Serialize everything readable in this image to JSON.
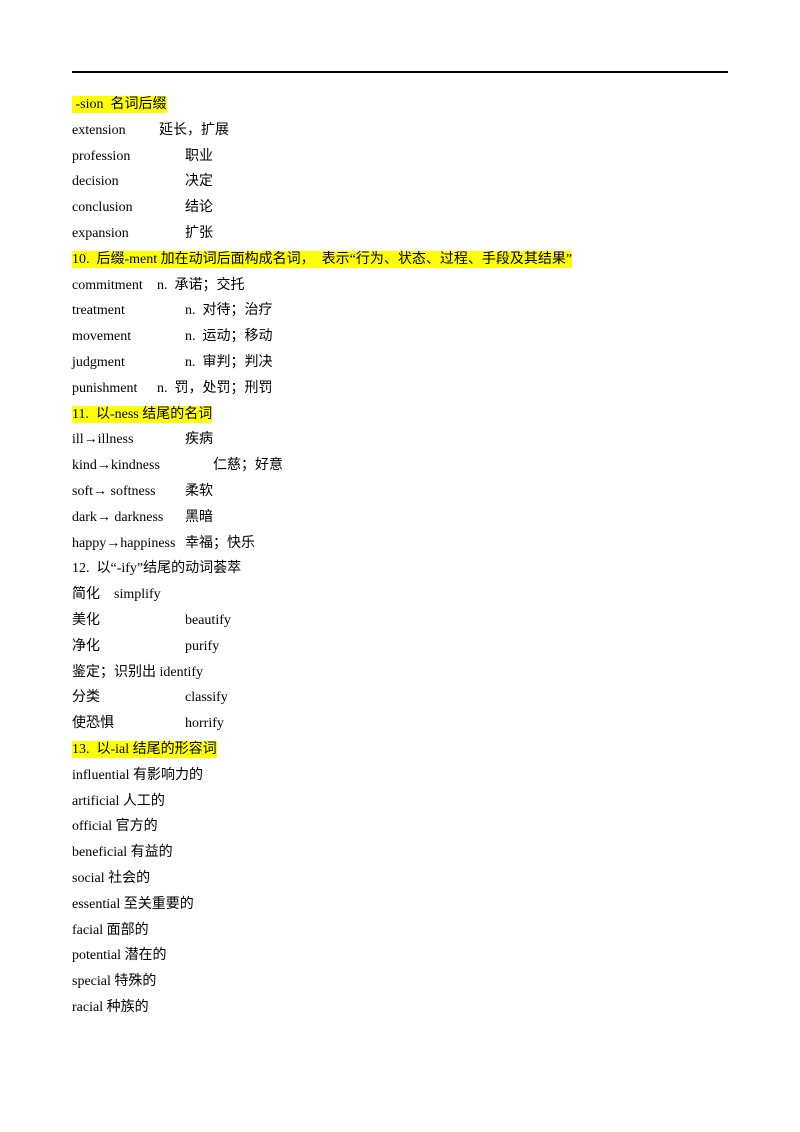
{
  "colors": {
    "highlight": "#ffff00",
    "text": "#000000",
    "rule": "#000000"
  },
  "lines": [
    {
      "type": "heading",
      "highlight": true,
      "text": " -sion  名词后缀"
    },
    {
      "type": "entry",
      "a": "extension",
      "b": "延长，扩展",
      "bx": 87
    },
    {
      "type": "entry",
      "a": "profession",
      "b": "职业",
      "bx": 113
    },
    {
      "type": "entry",
      "a": "decision",
      "b": "决定",
      "bx": 113
    },
    {
      "type": "entry",
      "a": "conclusion",
      "b": "结论",
      "bx": 113
    },
    {
      "type": "entry",
      "a": "expansion",
      "b": "扩张",
      "bx": 113
    },
    {
      "type": "heading",
      "highlight": true,
      "text": "10.  后缀-ment 加在动词后面构成名词，  表示“行为、状态、过程、手段及其结果”"
    },
    {
      "type": "entry",
      "a": "commitment",
      "b": "n.  承诺；交托",
      "bx": 85
    },
    {
      "type": "entry",
      "a": "treatment",
      "b": "n.  对待；治疗",
      "bx": 113
    },
    {
      "type": "entry",
      "a": "movement",
      "b": "n.  运动；移动",
      "bx": 113
    },
    {
      "type": "entry",
      "a": "judgment",
      "b": "n.  审判；判决",
      "bx": 113
    },
    {
      "type": "entry",
      "a": "punishment",
      "b": "n.  罚，处罚；刑罚",
      "bx": 85
    },
    {
      "type": "heading",
      "highlight": true,
      "text": "11.  以-ness 结尾的名词"
    },
    {
      "type": "entry",
      "a": "ill→illness",
      "b": "疾病",
      "bx": 113
    },
    {
      "type": "entry",
      "a": "kind→kindness",
      "b": "仁慈；好意",
      "bx": 141
    },
    {
      "type": "entry",
      "a": "soft→ softness",
      "b": "柔软",
      "bx": 113
    },
    {
      "type": "entry",
      "a": "dark→ darkness",
      "b": "黑暗",
      "bx": 113
    },
    {
      "type": "entry",
      "a": "happy→happiness",
      "b": "幸福；快乐",
      "bx": 113
    },
    {
      "type": "heading",
      "highlight": false,
      "text": "12.  以“-ify”结尾的动词荟萃"
    },
    {
      "type": "entry",
      "a": "简化",
      "b": "simplify",
      "bx": 42
    },
    {
      "type": "entry",
      "a": "美化",
      "b": "beautify",
      "bx": 113
    },
    {
      "type": "entry",
      "a": "净化",
      "b": "purify",
      "bx": 113
    },
    {
      "type": "plain",
      "text": "鉴定；识别出 identify"
    },
    {
      "type": "entry",
      "a": "分类",
      "b": "classify",
      "bx": 113
    },
    {
      "type": "entry",
      "a": "使恐惧",
      "b": "horrify",
      "bx": 113
    },
    {
      "type": "heading",
      "highlight": true,
      "text": "13.  以-ial 结尾的形容词"
    },
    {
      "type": "plain",
      "text": "influential 有影响力的"
    },
    {
      "type": "plain",
      "text": "artificial 人工的"
    },
    {
      "type": "plain",
      "text": "official 官方的"
    },
    {
      "type": "plain",
      "text": "beneficial 有益的"
    },
    {
      "type": "plain",
      "text": "social 社会的"
    },
    {
      "type": "plain",
      "text": "essential 至关重要的"
    },
    {
      "type": "plain",
      "text": "facial 面部的"
    },
    {
      "type": "plain",
      "text": "potential 潜在的"
    },
    {
      "type": "plain",
      "text": "special 特殊的"
    },
    {
      "type": "plain",
      "text": "racial 种族的"
    }
  ]
}
